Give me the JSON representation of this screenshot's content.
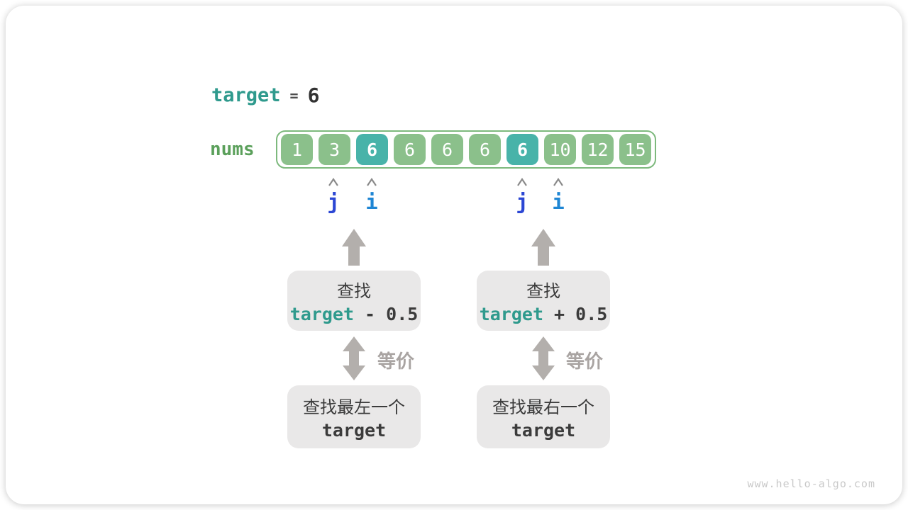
{
  "header": {
    "target_label": "target",
    "equals": "=",
    "target_value": "6"
  },
  "array": {
    "label": "nums",
    "cells": [
      {
        "value": "1",
        "highlight": false
      },
      {
        "value": "3",
        "highlight": false
      },
      {
        "value": "6",
        "highlight": true
      },
      {
        "value": "6",
        "highlight": false
      },
      {
        "value": "6",
        "highlight": false
      },
      {
        "value": "6",
        "highlight": false
      },
      {
        "value": "6",
        "highlight": true
      },
      {
        "value": "10",
        "highlight": false
      },
      {
        "value": "12",
        "highlight": false
      },
      {
        "value": "15",
        "highlight": false
      }
    ]
  },
  "pointers": {
    "left_pair": {
      "j": "j",
      "i": "i"
    },
    "right_pair": {
      "j": "j",
      "i": "i"
    }
  },
  "flow": {
    "left": {
      "search_line1": "查找",
      "search_code_kw": "target",
      "search_code_rest": " - 0.5",
      "equiv_label": "等价",
      "result_line1": "查找最左一个",
      "result_code": "target"
    },
    "right": {
      "search_line1": "查找",
      "search_code_kw": "target",
      "search_code_rest": " + 0.5",
      "equiv_label": "等价",
      "result_line1": "查找最右一个",
      "result_code": "target"
    }
  },
  "watermark": "www.hello-algo.com",
  "colors": {
    "teal_code": "#2f9a8d",
    "green_label": "#5ba05b",
    "cell_green": "#8bc08b",
    "cell_highlight_teal": "#48b3a9",
    "array_border": "#7db97d",
    "pointer_j_blue": "#2c47d4",
    "pointer_i_blue": "#1f86d4",
    "arrow_gray": "#b3afac",
    "equiv_gray": "#a9a4a2",
    "box_gray": "#e9e8e8",
    "dark_text": "#3b3b3b",
    "watermark_gray": "#c9c9c9"
  }
}
